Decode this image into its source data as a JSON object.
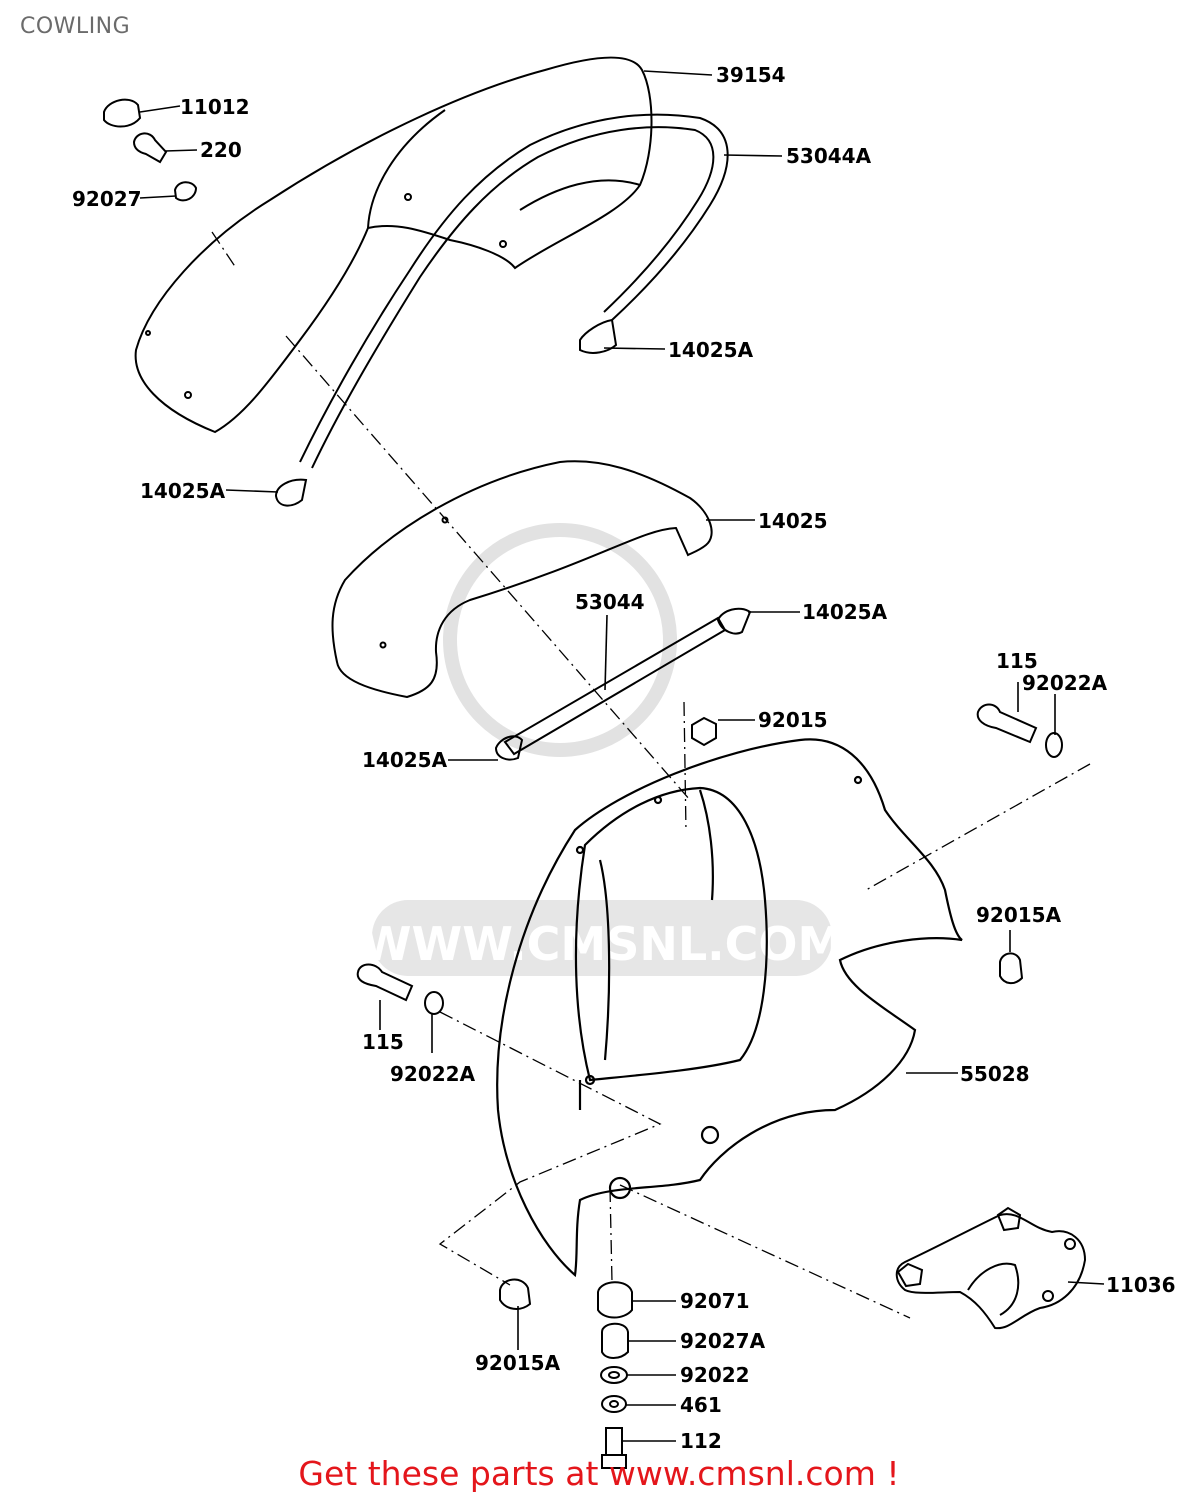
{
  "title": "COWLING",
  "watermark": "WWW.CMSNL.COM",
  "footer": "Get these parts at www.cmsnl.com !",
  "colors": {
    "line": "#000000",
    "title": "#6b6b6b",
    "footer": "#e4161b",
    "watermark": "#d9d9d9"
  },
  "parts": [
    {
      "id": "p39154",
      "number": "39154"
    },
    {
      "id": "p11012",
      "number": "11012"
    },
    {
      "id": "p220",
      "number": "220"
    },
    {
      "id": "p92027",
      "number": "92027"
    },
    {
      "id": "p53044A",
      "number": "53044A"
    },
    {
      "id": "p14025A_1",
      "number": "14025A"
    },
    {
      "id": "p14025A_2",
      "number": "14025A"
    },
    {
      "id": "p14025",
      "number": "14025"
    },
    {
      "id": "p53044",
      "number": "53044"
    },
    {
      "id": "p14025A_3",
      "number": "14025A"
    },
    {
      "id": "p14025A_4",
      "number": "14025A"
    },
    {
      "id": "p115_1",
      "number": "115"
    },
    {
      "id": "p92022A_1",
      "number": "92022A"
    },
    {
      "id": "p92015",
      "number": "92015"
    },
    {
      "id": "p92015A_1",
      "number": "92015A"
    },
    {
      "id": "p115_2",
      "number": "115"
    },
    {
      "id": "p92022A_2",
      "number": "92022A"
    },
    {
      "id": "p55028",
      "number": "55028"
    },
    {
      "id": "p11036",
      "number": "11036"
    },
    {
      "id": "p92071",
      "number": "92071"
    },
    {
      "id": "p92015A_2",
      "number": "92015A"
    },
    {
      "id": "p92027A",
      "number": "92027A"
    },
    {
      "id": "p92022",
      "number": "92022"
    },
    {
      "id": "p461",
      "number": "461"
    },
    {
      "id": "p112",
      "number": "112"
    }
  ]
}
